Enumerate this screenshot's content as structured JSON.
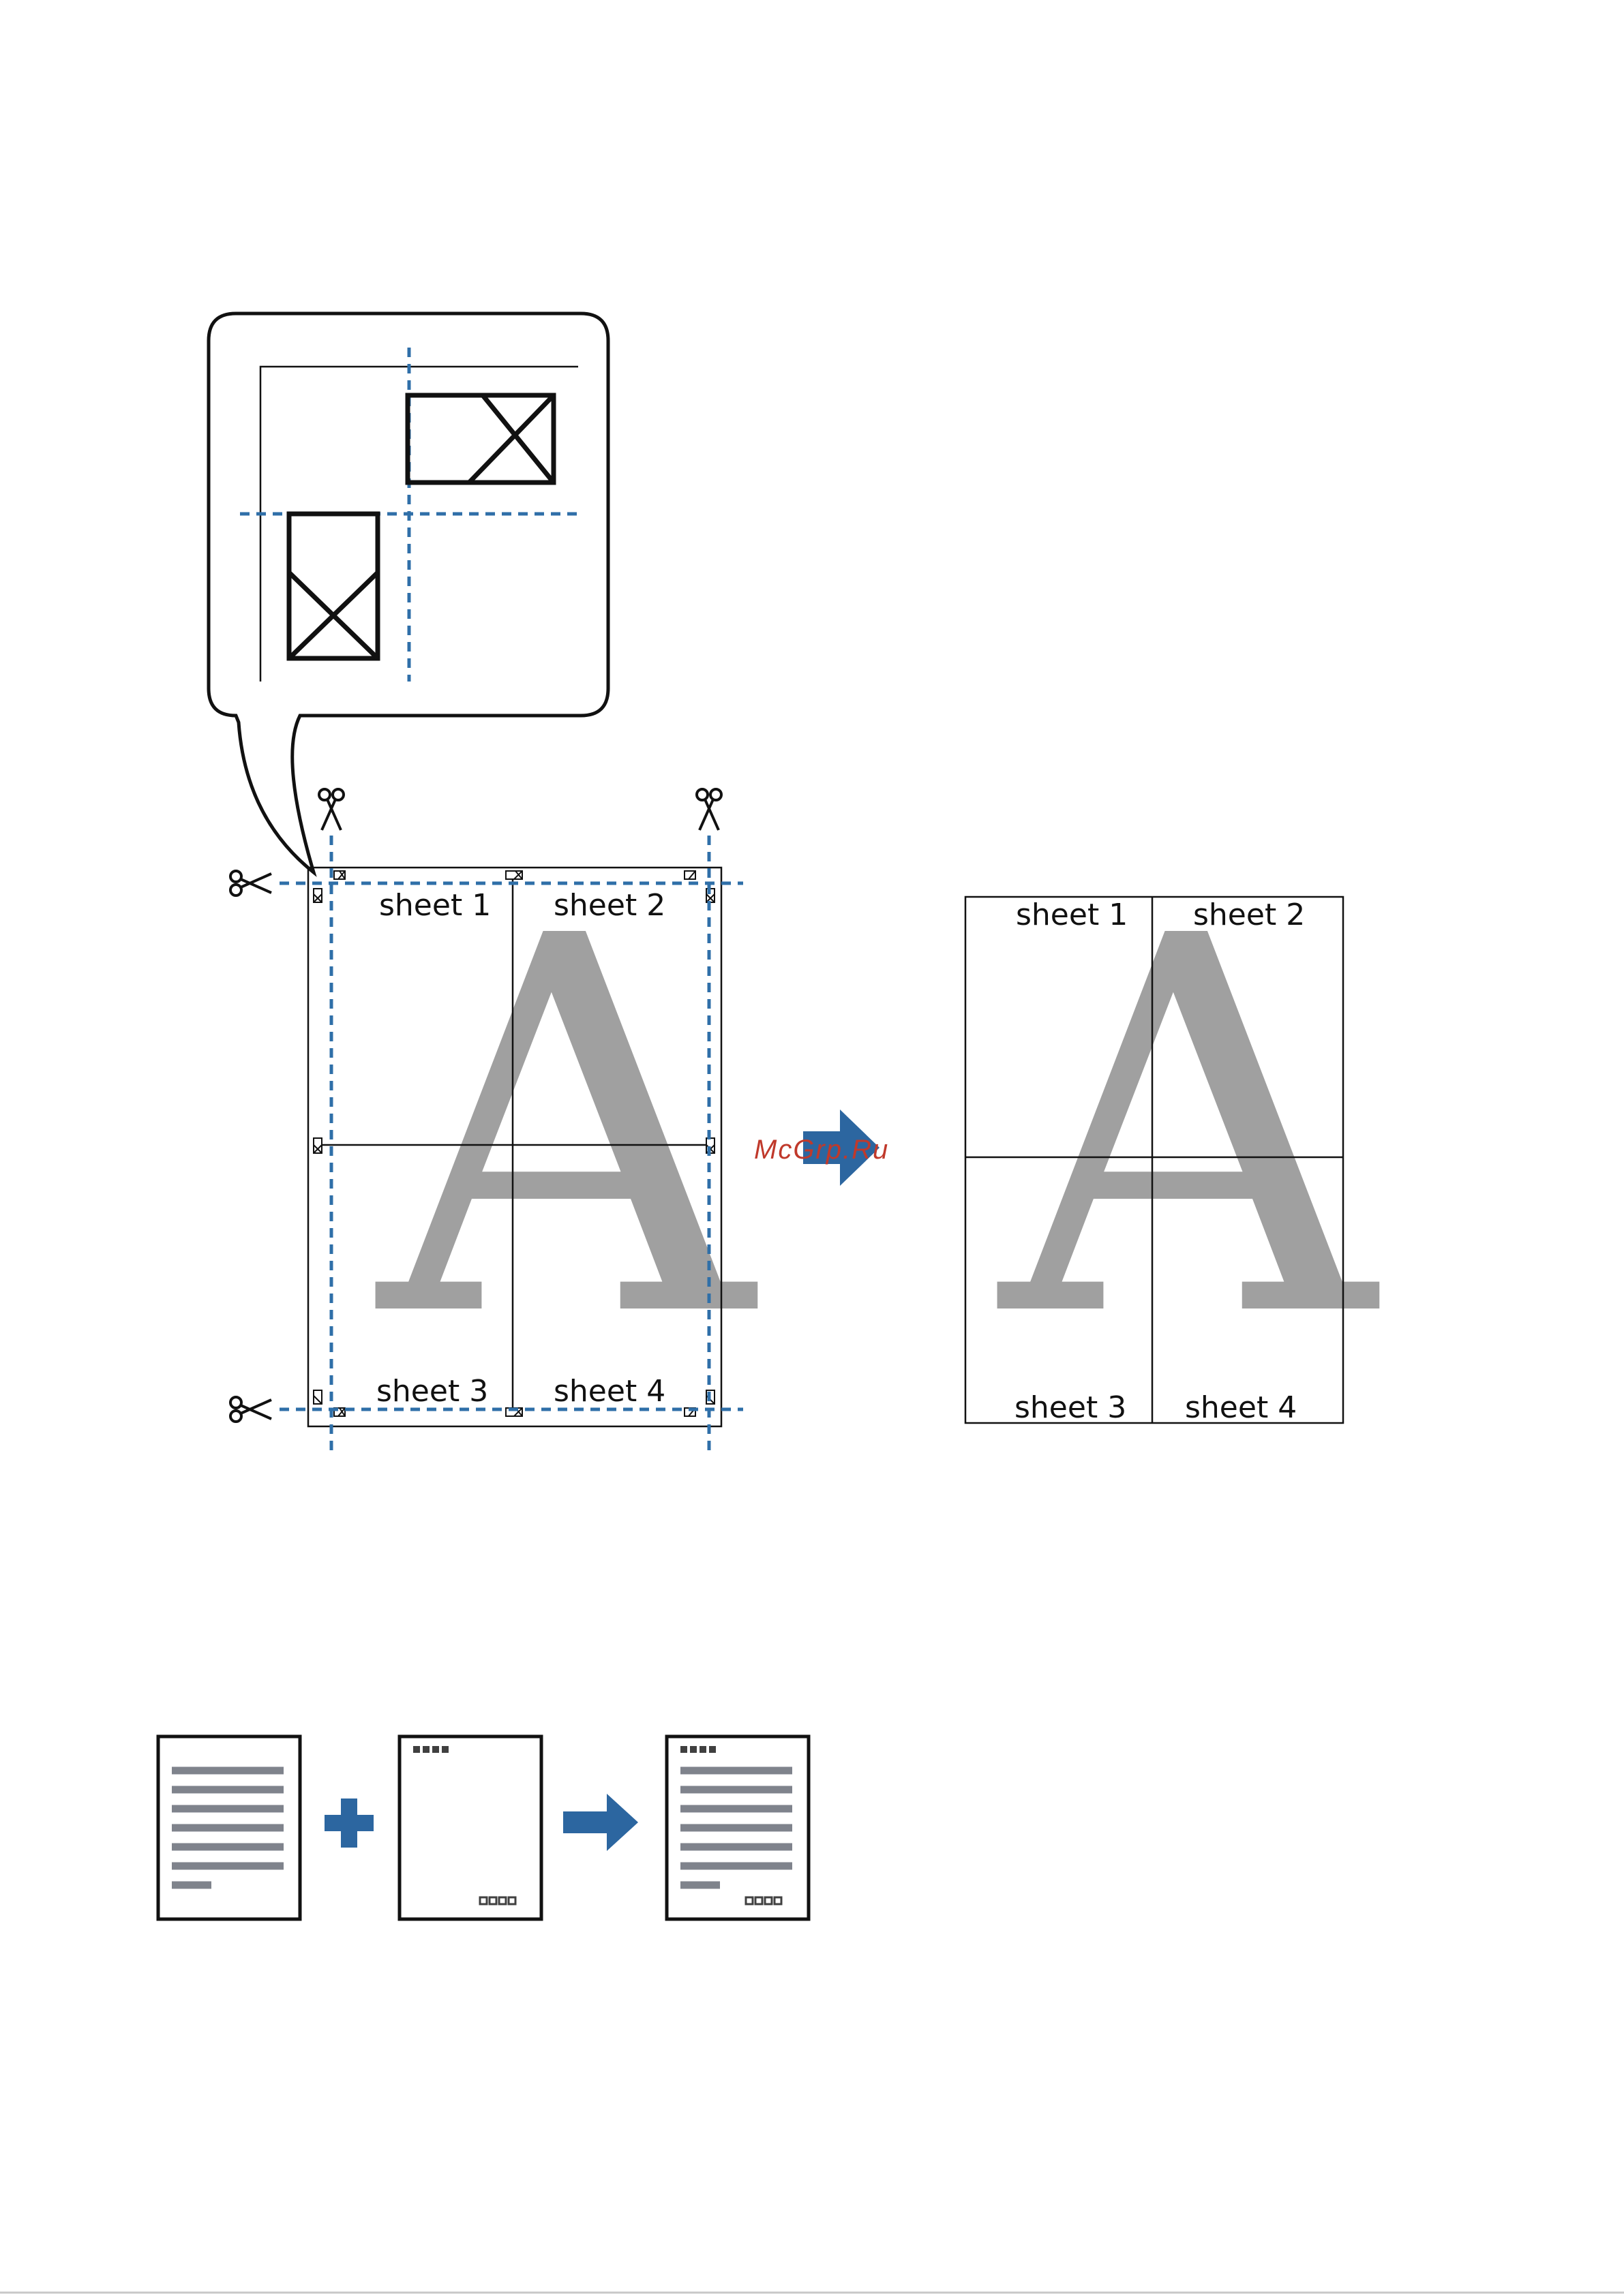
{
  "poster_example": {
    "sheets_before": [
      "sheet 1",
      "sheet 2",
      "sheet 3",
      "sheet 4"
    ],
    "sheets_after": [
      "sheet 1",
      "sheet 2",
      "sheet 3",
      "sheet 4"
    ],
    "big_letter": "A",
    "cut_line_color": "#2f6fa8",
    "arrow_color": "#2c66a0",
    "letter_color": "#a0a0a0"
  },
  "watermark": {
    "text": "McGrp.Ru",
    "color": "#c0392b"
  },
  "header_footer_example": {
    "document_icon": "document-with-lines-icon",
    "plus_icon": "plus-icon",
    "template_icon": "page-with-header-footer-icon",
    "arrow_icon": "right-arrow-icon",
    "result_icon": "combined-page-icon",
    "line_color": "#7f838c",
    "accent_color": "#2c66a0"
  }
}
